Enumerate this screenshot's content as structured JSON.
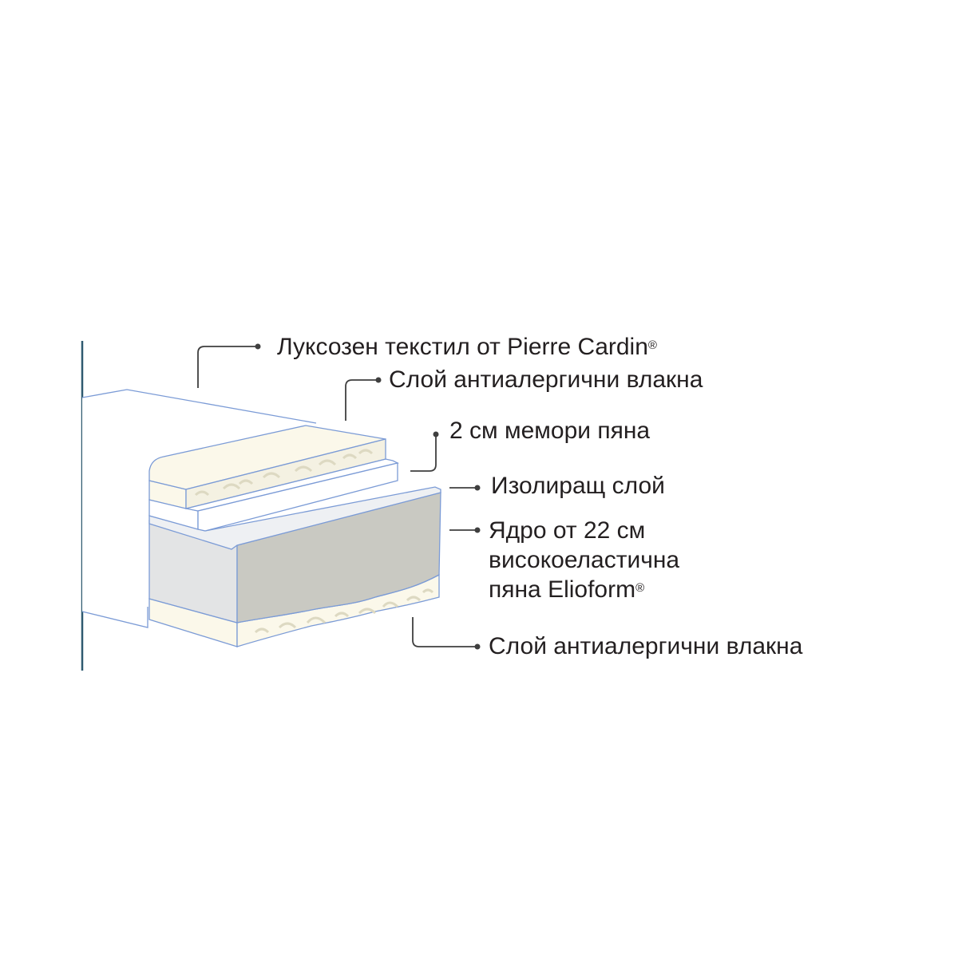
{
  "diagram": {
    "colors": {
      "outline": "#7b9bd6",
      "wall": "#2f5a70",
      "leader": "#3f3f3f",
      "fiber": "#fbf8ea",
      "fiber_texture": "#ddd9c2",
      "memory_foam": "#ffffff",
      "insulation": "#eef0f3",
      "core_front": "#c9c9c2",
      "core_side": "#e3e4e5"
    },
    "labels": {
      "textile": "Луксозен текстил от Pierre Cardin",
      "textile_mark": "®",
      "fiber_top": "Слой антиалергични влакна",
      "memory": "2 см мемори пяна",
      "insulation": "Изолиращ слой",
      "core_line1": "Ядро от 22 см",
      "core_line2": "високоеластична",
      "core_line3": "пяна Elioform",
      "core_mark": "®",
      "fiber_bottom": "Слой антиалергични влакна"
    }
  }
}
